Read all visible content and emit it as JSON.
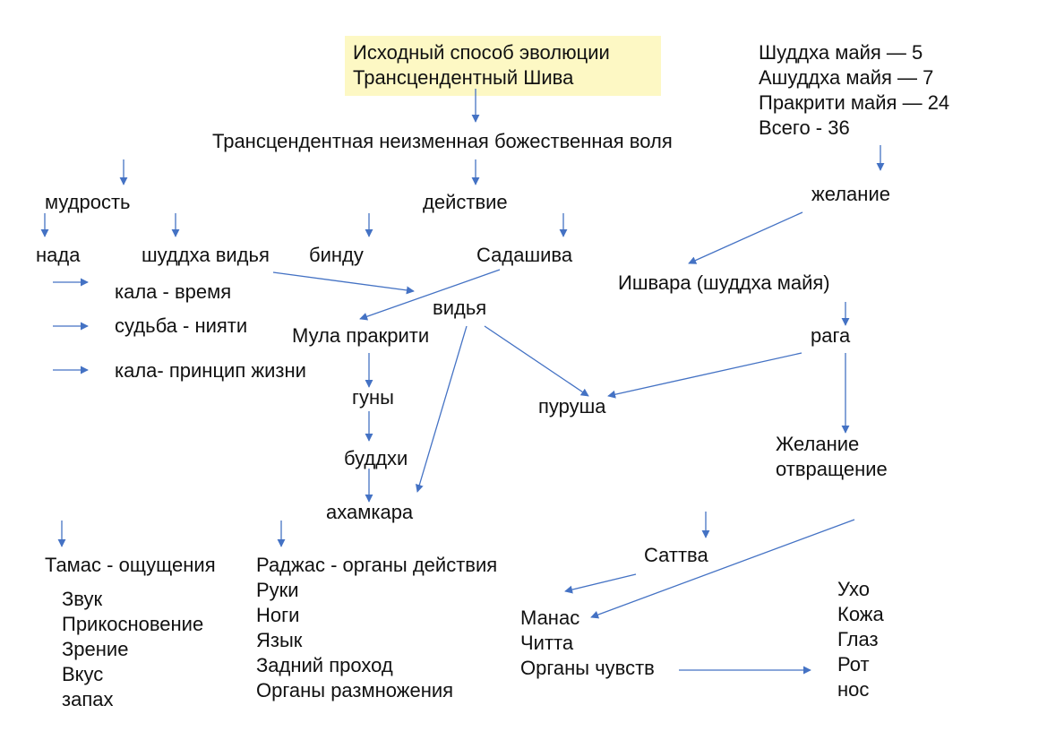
{
  "colors": {
    "arrow": "#4472c4",
    "highlight": "#fdf8c4",
    "text": "#111111"
  },
  "title": {
    "line1": "Исходный способ эволюции",
    "line2": "Трансцендентный Шива"
  },
  "legend": {
    "shuddha": "Шуддха майя — 5",
    "ashuddha": "Ашуддха майя — 7",
    "prakriti": "Пракрити майя — 24",
    "total": "Всего - 36"
  },
  "nodes": {
    "will": "Трансцендентная неизменная божественная воля",
    "wisdom": "мудрость",
    "action": "действие",
    "desire": "желание",
    "nada": "нада",
    "shuddha_vidya": "шуддха видья",
    "bindu": "бинду",
    "sadashiva": "Садашива",
    "ishvara": "Ишвара (шуддха майя)",
    "kala_time": "кала - время",
    "fate": "судьба - нияти",
    "kala_life": "кала- принцип жизни",
    "vidya": "видья",
    "mula_prakriti": "Мула пракрити",
    "raga": "рага",
    "gunas": "гуны",
    "purusha": "пуруша",
    "buddhi": "буддхи",
    "desire_aversion_1": "Желание",
    "desire_aversion_2": "отвращение",
    "ahamkara": "ахамкара",
    "sattva": "Саттва"
  },
  "tamas": {
    "heading": "Тамас - ощущения",
    "items": [
      "Звук",
      "Прикосновение",
      "Зрение",
      "Вкус",
      "запах"
    ]
  },
  "rajas": {
    "heading": "Раджас - органы действия",
    "items": [
      "Руки",
      "Ноги",
      "Язык",
      "Задний проход",
      "Органы размножения"
    ]
  },
  "mind": {
    "items": [
      "Манас",
      "Читта",
      "Органы чувств"
    ]
  },
  "senses": {
    "items": [
      "Ухо",
      "Кожа",
      "Глаз",
      "Рот",
      "нос"
    ]
  }
}
